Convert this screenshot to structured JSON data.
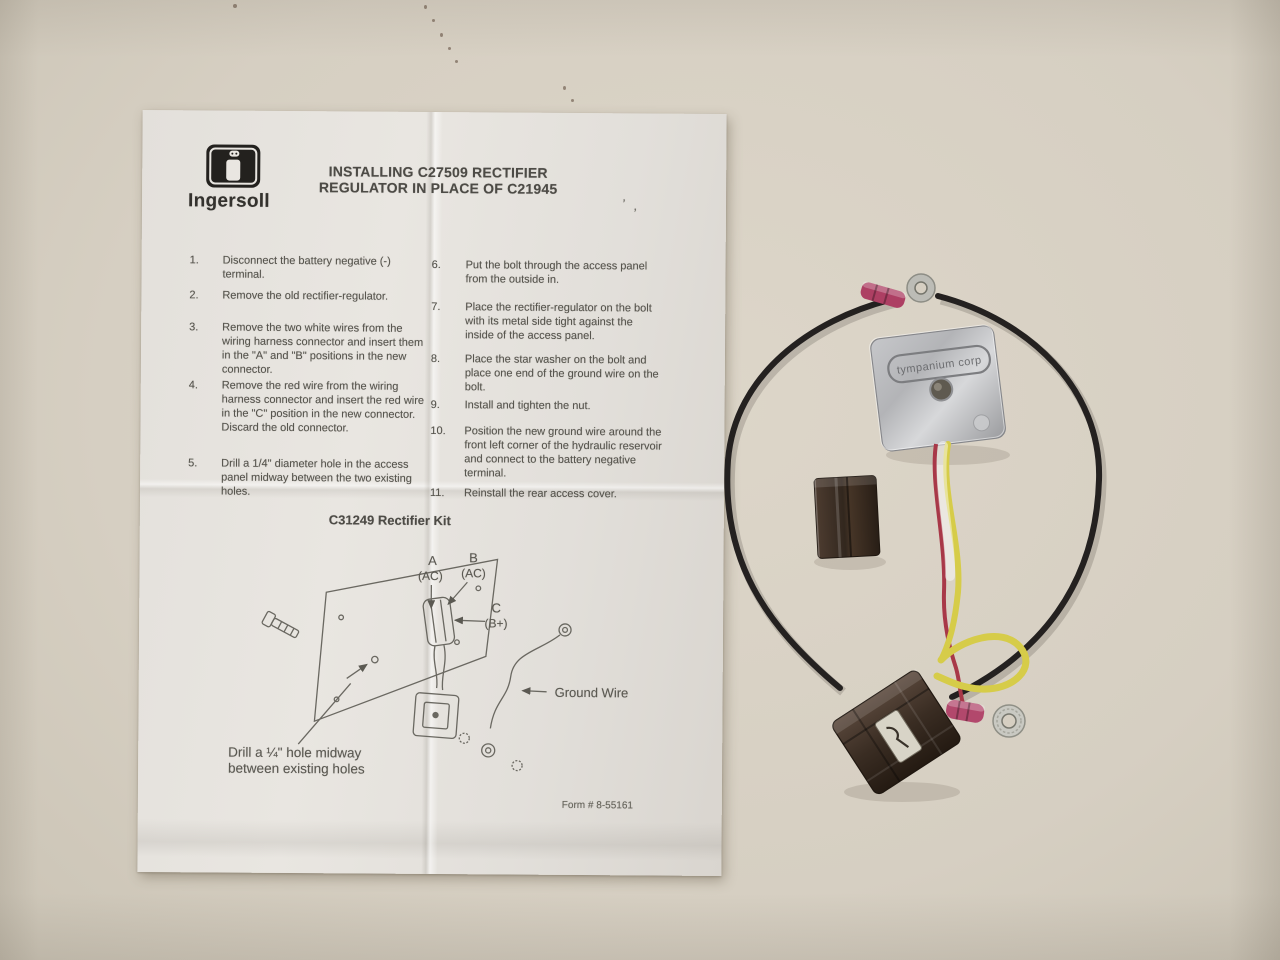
{
  "photo": {
    "background_hex": "#d6cfc2",
    "paper_hex": "#e6e3de"
  },
  "document": {
    "brand": "Ingersoll",
    "title_line1": "INSTALLING C27509 RECTIFIER",
    "title_line2": "REGULATOR IN PLACE OF C21945",
    "stray_mark": "’ ,",
    "steps_left": [
      {
        "num": "1.",
        "text": "Disconnect the battery negative (-) terminal."
      },
      {
        "num": "2.",
        "text": "Remove the old rectifier-regulator."
      },
      {
        "num": "3.",
        "text": "Remove the two white wires from the wiring harness connector and insert them in the \"A\" and \"B\" positions in the new connector."
      },
      {
        "num": "4.",
        "text": "Remove the red wire from the wiring harness connector and insert the red wire in the \"C\" position in the new connector. Discard the old connector."
      },
      {
        "num": "5.",
        "text": "Drill a 1/4\" diameter hole in the access panel midway between the two existing holes."
      }
    ],
    "steps_right": [
      {
        "num": "6.",
        "text": "Put the bolt through the access panel from the outside in."
      },
      {
        "num": "7.",
        "text": "Place the rectifier-regulator on the bolt with its metal side tight against the inside of the access panel."
      },
      {
        "num": "8.",
        "text": "Place the star washer on the bolt and place one end of the ground wire on the bolt."
      },
      {
        "num": "9.",
        "text": "Install and tighten the nut."
      },
      {
        "num": "10.",
        "text": "Position the new ground wire around the front left corner of the hydraulic reservoir and connect to the battery negative terminal."
      },
      {
        "num": "11.",
        "text": "Reinstall the rear access cover."
      }
    ],
    "kit_heading": "C31249 Rectifier Kit",
    "diagram": {
      "label_a": "A",
      "label_a_sub": "(AC)",
      "label_b": "B",
      "label_b_sub": "(AC)",
      "label_c": "C",
      "label_c_sub": "(B+)",
      "ground_wire_label": "Ground Wire",
      "drill_note_line1": "Drill a ¼\" hole midway",
      "drill_note_line2": "between existing holes"
    },
    "form_number": "Form # 8-55161"
  },
  "parts": {
    "regulator_embossed_text": "tympanium corp"
  }
}
